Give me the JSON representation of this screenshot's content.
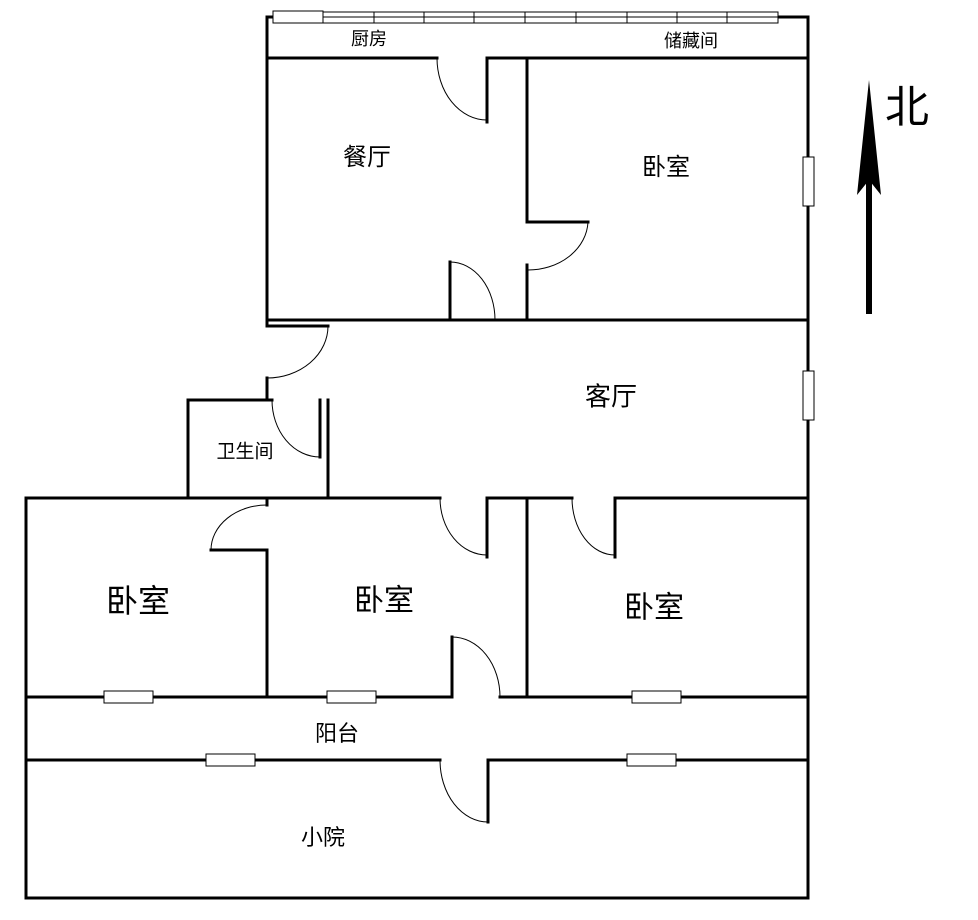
{
  "rooms": {
    "kitchen": "厨房",
    "storage": "储藏间",
    "dining": "餐厅",
    "bedroom_ne": "卧室",
    "living": "客厅",
    "bathroom": "卫生间",
    "bedroom_sw": "卧室",
    "bedroom_s": "卧室",
    "bedroom_se": "卧室",
    "balcony": "阳台",
    "yard": "小院"
  },
  "compass": {
    "label": "北",
    "direction": "up"
  }
}
